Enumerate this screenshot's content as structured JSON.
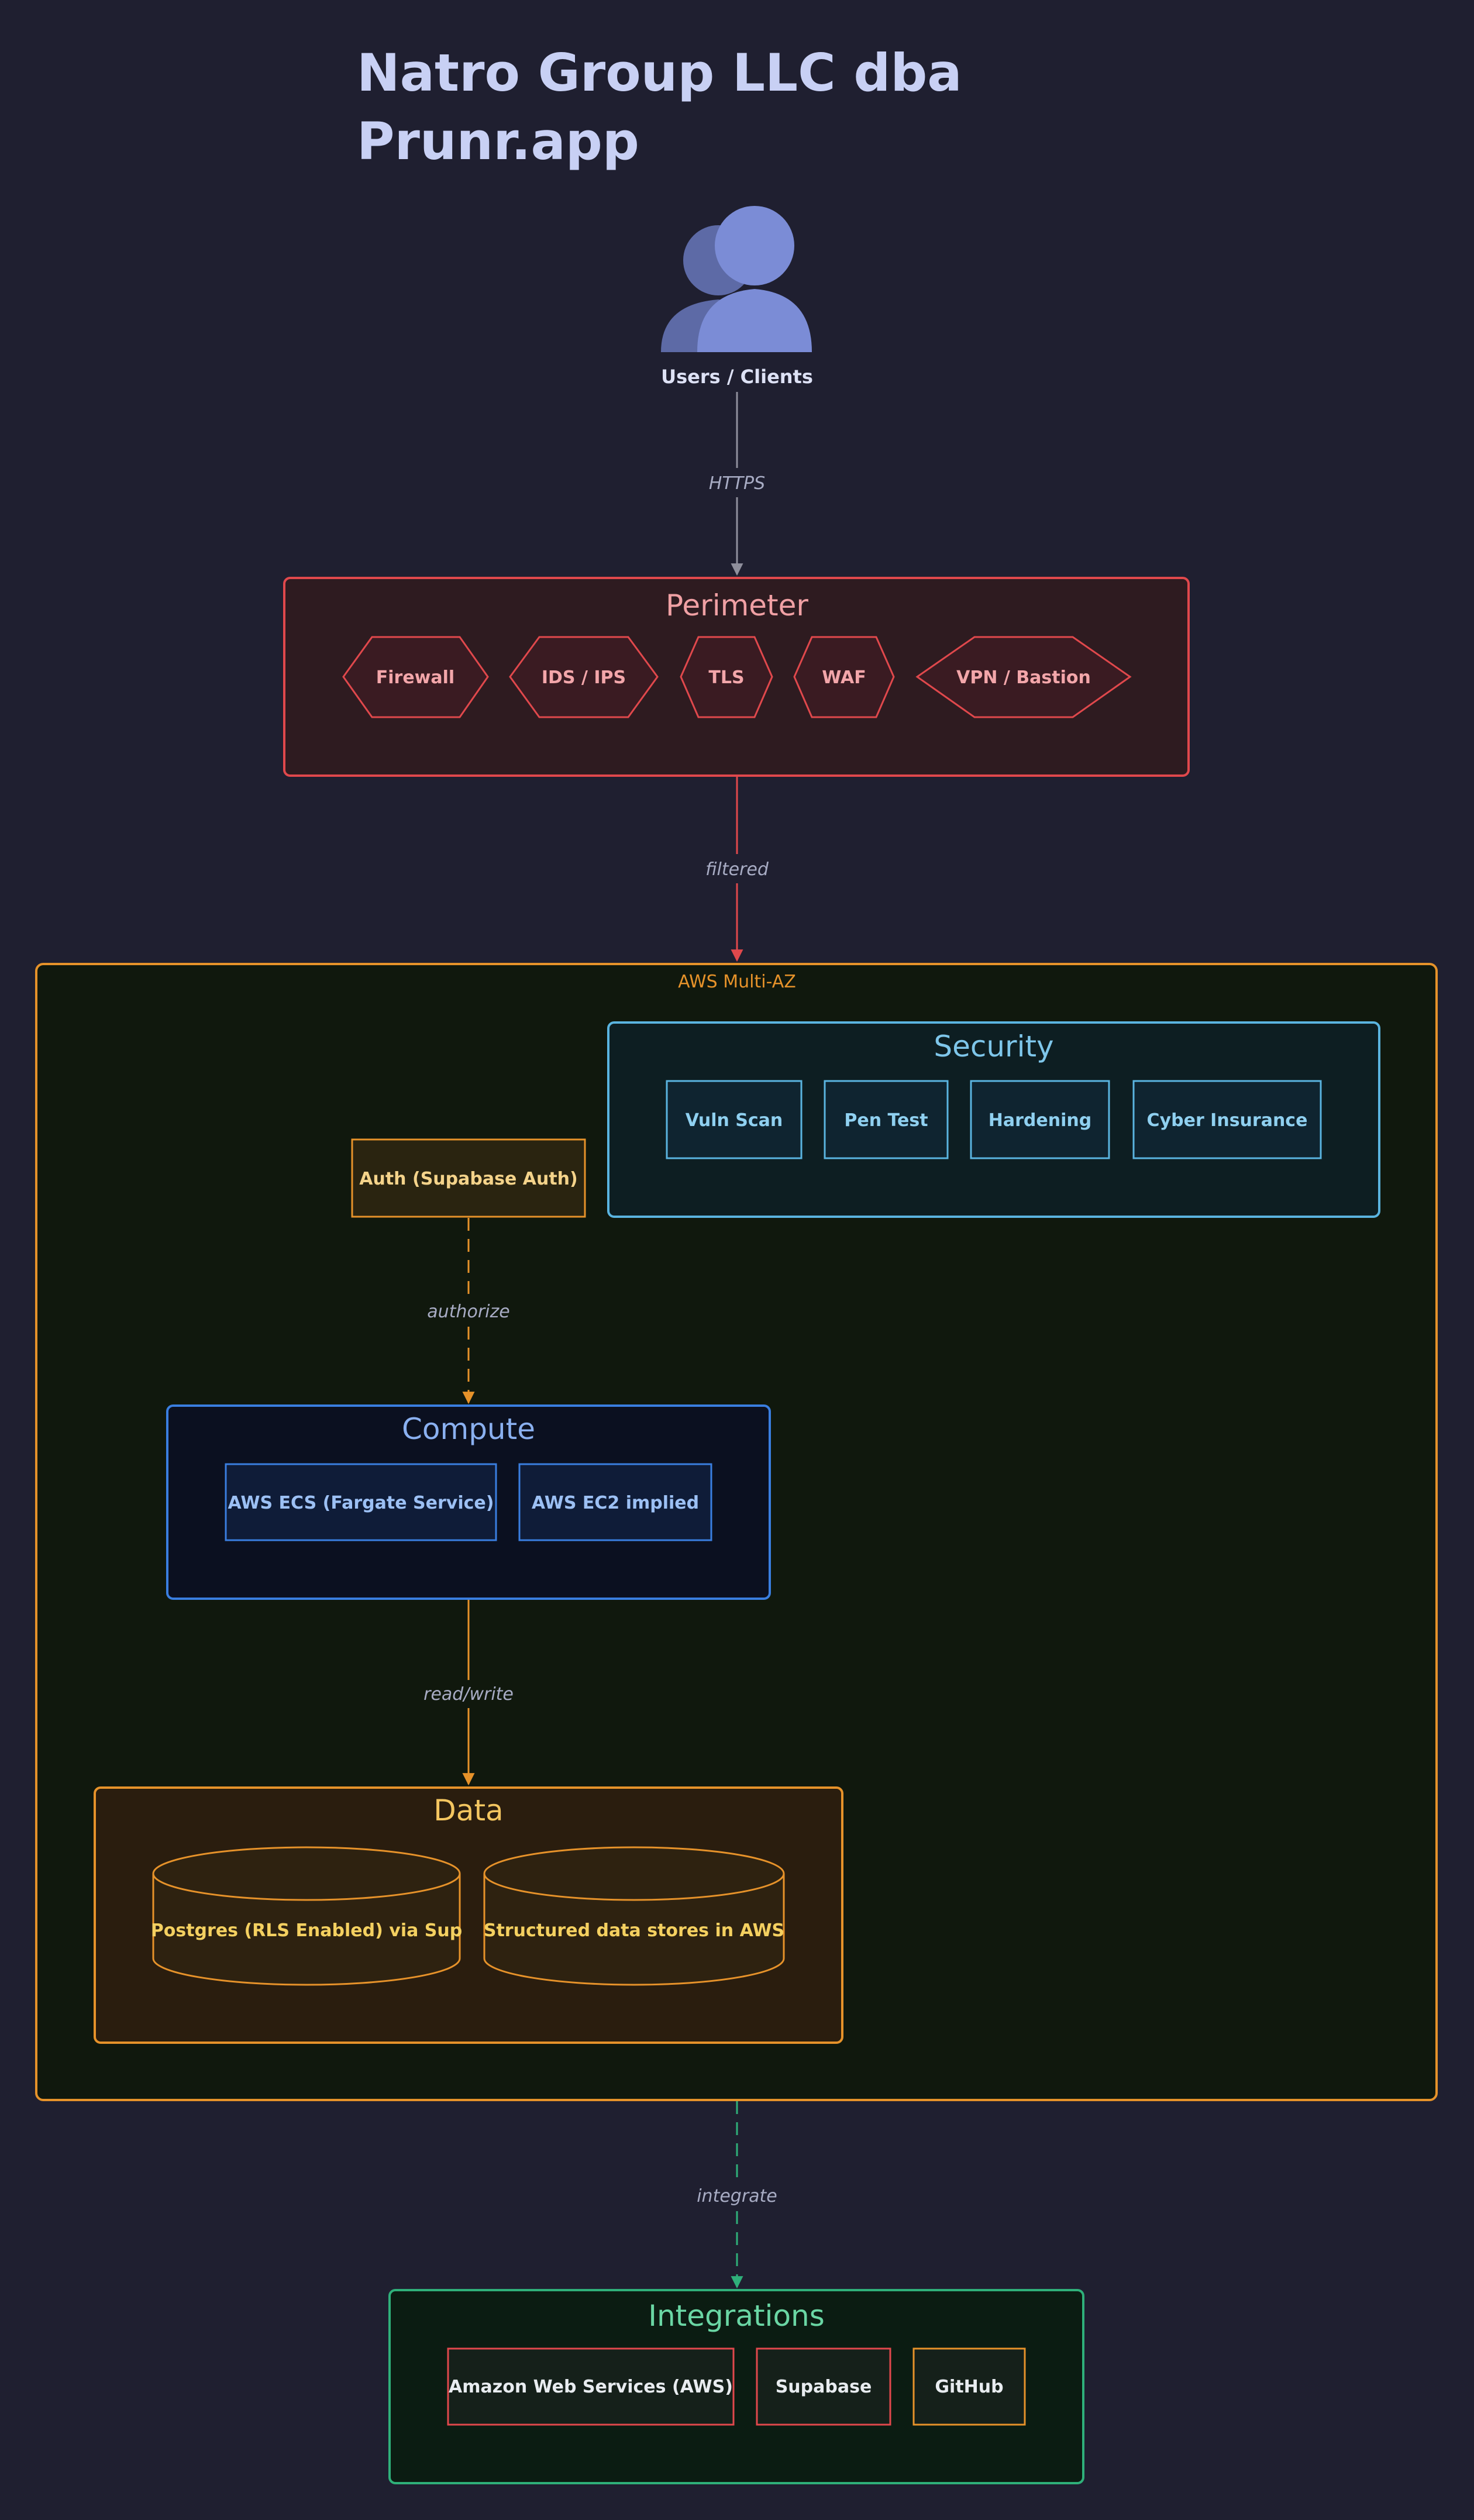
{
  "diagram": {
    "title_line1": "Natro Group LLC dba",
    "title_line2": "Prunr.app",
    "users": {
      "label": "Users / Clients",
      "icon": "users-icon"
    },
    "edges": {
      "https": "HTTPS",
      "filtered": "filtered",
      "authorize": "authorize",
      "read_write": "read/write",
      "integrate": "integrate"
    },
    "perimeter": {
      "title": "Perimeter",
      "items": [
        "Firewall",
        "IDS / IPS",
        "TLS",
        "WAF",
        "VPN / Bastion"
      ]
    },
    "aws": {
      "title": "AWS Multi-AZ"
    },
    "security": {
      "title": "Security",
      "items": [
        "Vuln Scan",
        "Pen Test",
        "Hardening",
        "Cyber Insurance"
      ]
    },
    "auth": {
      "label": "Auth (Supabase Auth)"
    },
    "compute": {
      "title": "Compute",
      "items": [
        "AWS ECS (Fargate Service)",
        "AWS EC2 implied"
      ]
    },
    "data": {
      "title": "Data",
      "items": [
        "Postgres (RLS Enabled) via Sup",
        "Structured data stores in AWS"
      ]
    },
    "integrations": {
      "title": "Integrations",
      "items": [
        "Amazon Web Services (AWS)",
        "Supabase",
        "GitHub"
      ]
    },
    "colors": {
      "background": "#1f1f30",
      "perimeter": "#e0484c",
      "aws": "#e6922a",
      "security": "#5ab4e0",
      "compute": "#3a7ee0",
      "data": "#e6922a",
      "integrations": "#2fb07a",
      "users": "#7b8cd6"
    }
  }
}
